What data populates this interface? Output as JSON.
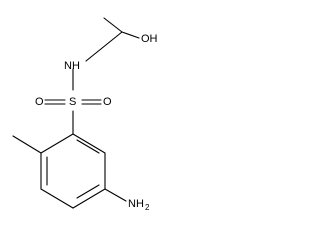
{
  "molecule": {
    "atoms": {
      "oh": "OH",
      "nh": "NH",
      "s": "S",
      "o_left": "O",
      "o_right": "O",
      "nh2_main": "NH",
      "nh2_sub": "2"
    }
  }
}
